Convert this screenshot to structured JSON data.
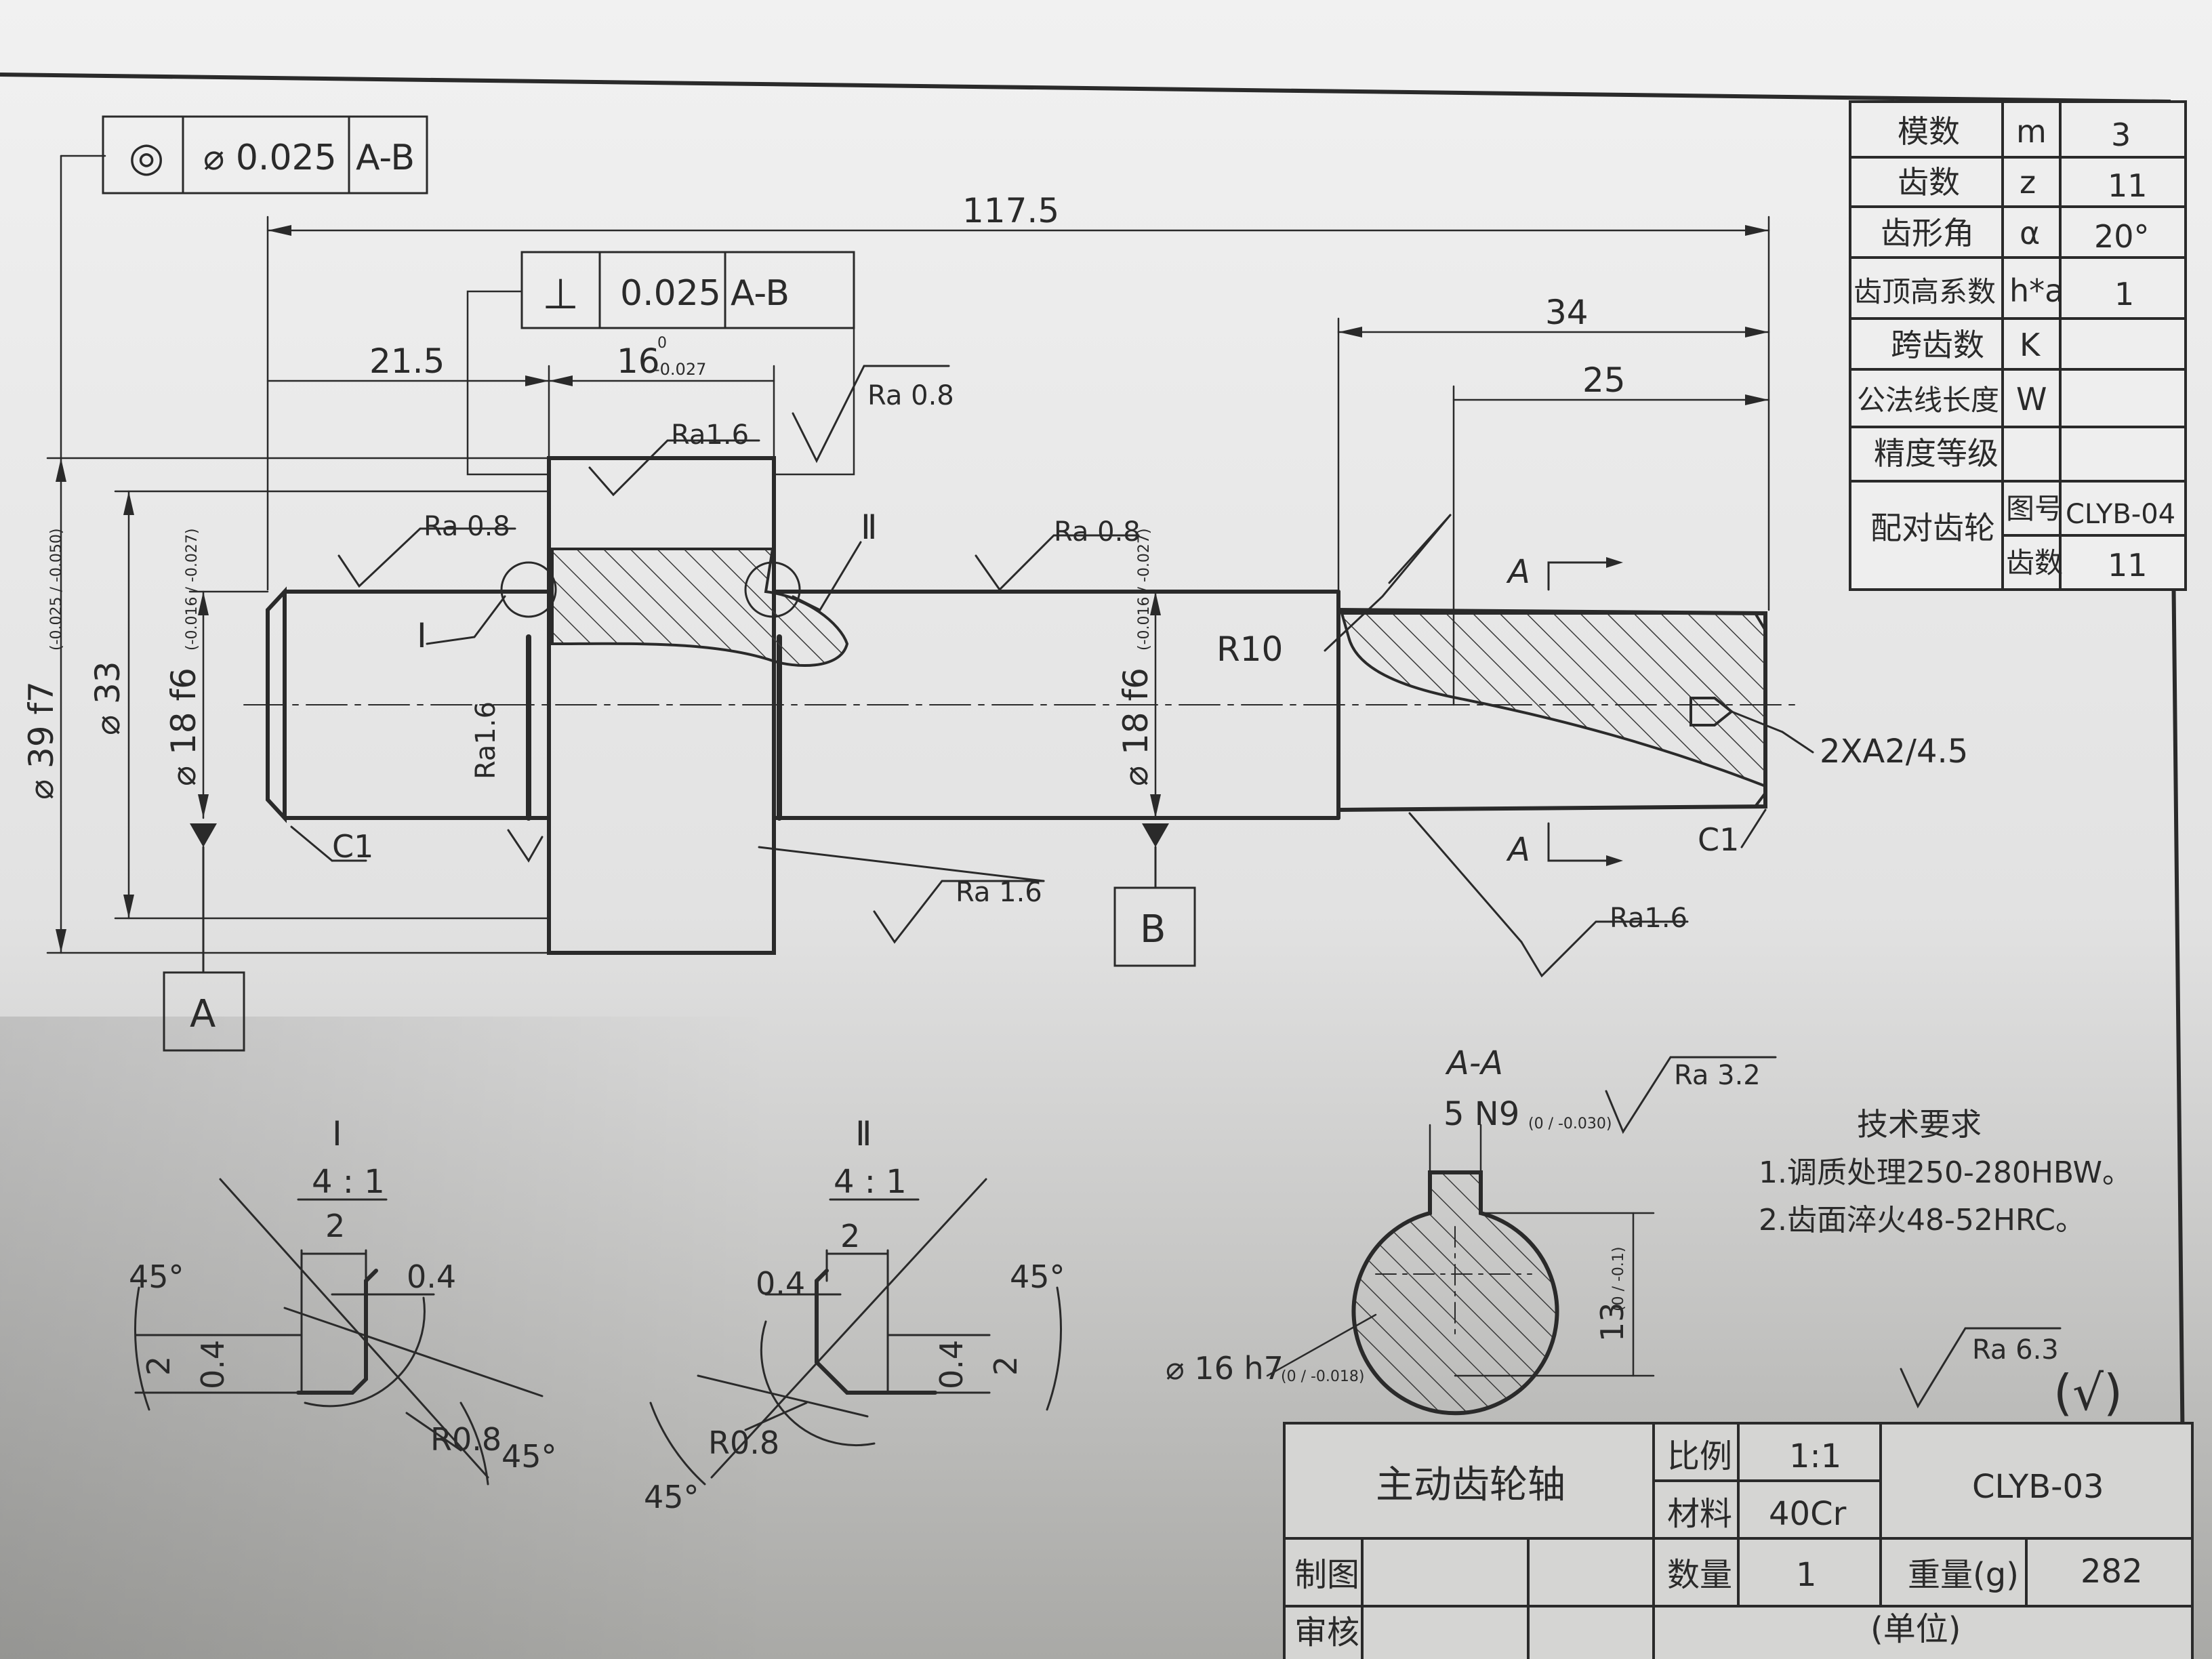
{
  "colors": {
    "paper": "#ececec",
    "ink": "#2a2a2a",
    "shadow": "#9a9a98"
  },
  "gdt": {
    "runout": {
      "symbol": "◎",
      "value": "⌀ 0.025",
      "datum": "A-B"
    },
    "perp": {
      "symbol": "⊥",
      "value": "0.025",
      "datum": "A-B"
    }
  },
  "dims": {
    "overall": "117.5",
    "d21_5": "21.5",
    "d16": "16",
    "d16_tol_up": "0",
    "d16_tol_lo": "-0.027",
    "d34": "34",
    "d25": "25",
    "phi39": "⌀ 39 f7",
    "phi39_tol": "(-0.025 / -0.050)",
    "phi33": "⌀ 33",
    "phi18": "⌀ 18 f6",
    "phi18_tol": "(-0.016 / -0.027)",
    "r10": "R10",
    "center_hole": "2XA2/4.5",
    "c1": "C1"
  },
  "roughness": {
    "ra08": "Ra 0.8",
    "ra16": "Ra1.6",
    "ra16b": "Ra 1.6",
    "ra32": "Ra 3.2",
    "ra63": "Ra 6.3",
    "general_mark": "(√)"
  },
  "datums": {
    "a": "A",
    "b": "B"
  },
  "detail_markers": {
    "i": "Ⅰ",
    "ii": "Ⅱ"
  },
  "section": {
    "a_mark": "A",
    "title": "A-A",
    "key": "5 N9",
    "key_tol": "(0 / -0.030)",
    "dia": "⌀ 16 h7",
    "dia_tol": "(0 / -0.018)",
    "depth": "13",
    "depth_tol": "(0 / -0.1)"
  },
  "detail1": {
    "label": "Ⅰ",
    "scale": "4 : 1",
    "w2": "2",
    "w04": "0.4",
    "h2": "2",
    "h04": "0.4",
    "r": "R0.8",
    "a1": "45°",
    "a2": "45°"
  },
  "detail2": {
    "label": "Ⅱ",
    "scale": "4 : 1",
    "w2": "2",
    "w04": "0.4",
    "h2": "2",
    "h04": "0.4",
    "r": "R0.8",
    "a1": "45°",
    "a2": "45°"
  },
  "tech": {
    "title": "技术要求",
    "items": [
      "1.调质处理250-280HBW。",
      "2.齿面淬火48-52HRC。"
    ]
  },
  "gear_table": [
    {
      "name": "模数",
      "sym": "m",
      "val": "3"
    },
    {
      "name": "齿数",
      "sym": "z",
      "val": "11"
    },
    {
      "name": "齿形角",
      "sym": "α",
      "val": "20°"
    },
    {
      "name": "齿顶高系数",
      "sym": "h*a",
      "val": "1"
    },
    {
      "name": "跨齿数",
      "sym": "K",
      "val": ""
    },
    {
      "name": "公法线长度",
      "sym": "W",
      "val": ""
    },
    {
      "name": "精度等级",
      "sym": "",
      "val": ""
    }
  ],
  "mate": {
    "name": "配对齿轮",
    "drawing_label": "图号",
    "drawing_value": "CLYB-04",
    "teeth_label": "齿数",
    "teeth_value": "11"
  },
  "title_block": {
    "part": "主动齿轮轴",
    "scale_label": "比例",
    "scale": "1:1",
    "material_label": "材料",
    "material": "40Cr",
    "qty_label": "数量",
    "qty": "1",
    "weight_label": "重量(g)",
    "weight": "282",
    "drawing_no": "CLYB-03",
    "drawn_label": "制图",
    "check_label": "审核",
    "unit_label": "(单位)"
  }
}
